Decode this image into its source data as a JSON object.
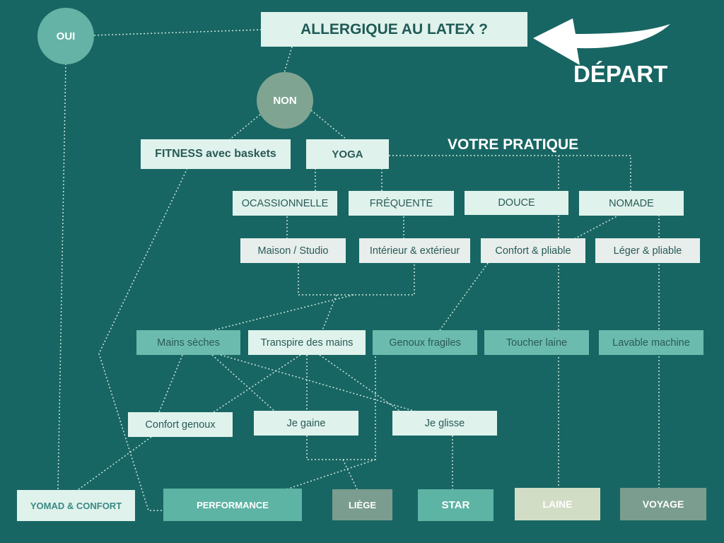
{
  "colors": {
    "background": "#186663",
    "node_pale": "#dff2ec",
    "node_gray": "#e7eeec",
    "node_mint": "#6bbcae",
    "circle_oui": "#64b3a6",
    "circle_non": "#7fa592",
    "leaf_teal": "#5db3a4",
    "leaf_gray": "#7a9d8f",
    "leaf_cream": "#d2ddc6",
    "text_dark": "#2a5a56",
    "text_white": "#ffffff"
  },
  "icons": {
    "start_arrow": "curved-arrow-left-icon"
  },
  "labels": {
    "start": "DÉPART",
    "practice_heading": "VOTRE PRATIQUE"
  },
  "nodes": {
    "question": "ALLERGIQUE AU LATEX ?",
    "oui": "OUI",
    "non": "NON",
    "fitness": "FITNESS avec baskets",
    "yoga": "YOGA",
    "occasionnelle": "OCASSIONNELLE",
    "frequente": "FRÉQUENTE",
    "douce": "DOUCE",
    "nomade": "NOMADE",
    "maison": "Maison / Studio",
    "interieur": "Intérieur & extérieur",
    "confort_pliable": "Confort & pliable",
    "leger": "Léger & pliable",
    "mains_seches": "Mains sèches",
    "transpire": "Transpire des mains",
    "genoux": "Genoux fragiles",
    "toucher": "Toucher laine",
    "lavable": "Lavable machine",
    "confort_genoux": "Confort genoux",
    "gaine": "Je gaine",
    "glisse": "Je glisse"
  },
  "results": {
    "yomad": "YOMAD & CONFORT",
    "performance": "PERFORMANCE",
    "liege": "LIÈGE",
    "star": "STAR",
    "laine": "LAINE",
    "voyage": "VOYAGE"
  }
}
